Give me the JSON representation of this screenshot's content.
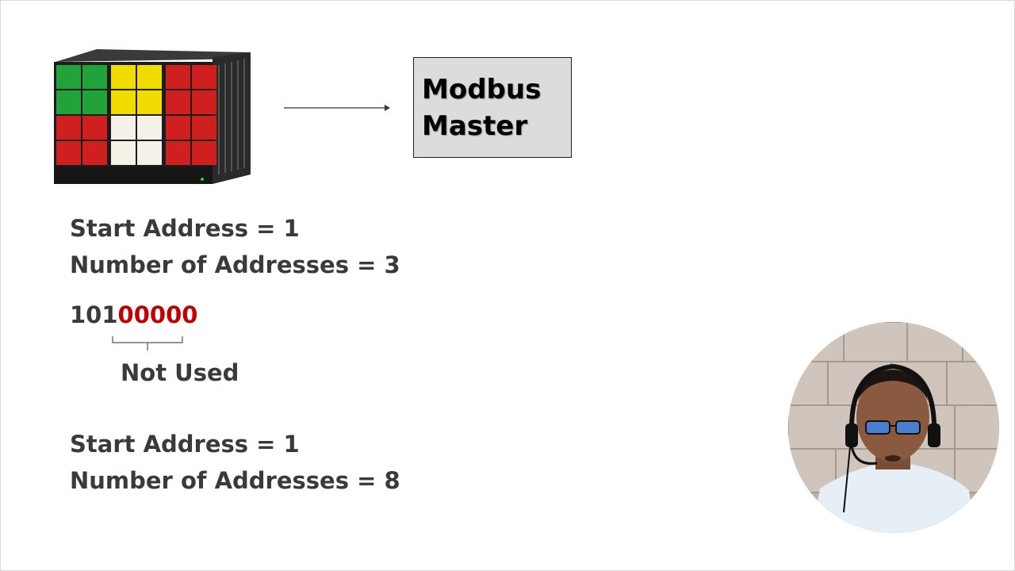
{
  "device": {
    "grid_colors": [
      [
        "#22a33a",
        "#22a33a",
        "#f2dc00",
        "#f2dc00",
        "#d01f1f",
        "#d01f1f"
      ],
      [
        "#22a33a",
        "#22a33a",
        "#f2dc00",
        "#f2dc00",
        "#d01f1f",
        "#d01f1f"
      ],
      [
        "#d01f1f",
        "#d01f1f",
        "#f4f1e8",
        "#f4f1e8",
        "#d01f1f",
        "#d01f1f"
      ],
      [
        "#d01f1f",
        "#d01f1f",
        "#f4f1e8",
        "#f4f1e8",
        "#d01f1f",
        "#d01f1f"
      ]
    ]
  },
  "master": {
    "line1": "Modbus",
    "line2": "Master"
  },
  "block1": {
    "start": "Start Address = 1",
    "count": "Number of Addresses = 3"
  },
  "bits": {
    "used": "101",
    "unused": "00000"
  },
  "not_used_label": "Not Used",
  "block2": {
    "start": "Start Address = 1",
    "count": "Number of Addresses = 8"
  },
  "colors": {
    "accent_red": "#c00000",
    "text": "#3a3a3a",
    "box_fill": "#dcdcdc"
  }
}
